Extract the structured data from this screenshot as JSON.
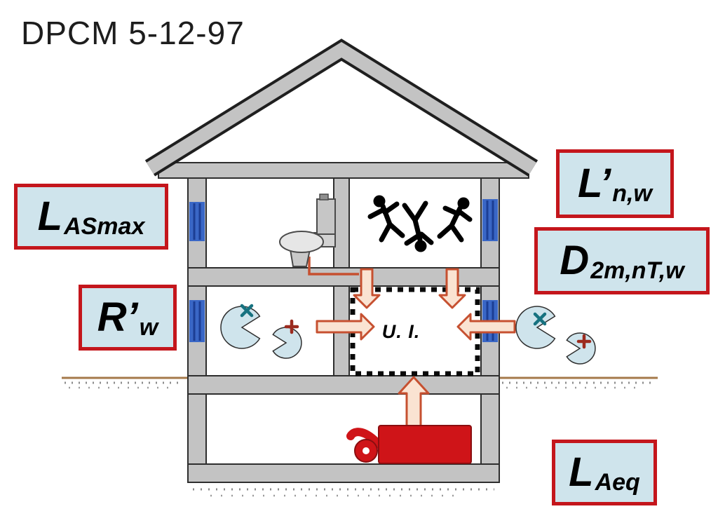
{
  "title": "DPCM 5-12-97",
  "house": {
    "unit_label": "U. I."
  },
  "parameters": [
    {
      "id": "L_ASmax",
      "main": "L",
      "sub": "ASmax"
    },
    {
      "id": "R_w",
      "main": "R’",
      "sub": "w"
    },
    {
      "id": "L_n_w",
      "main": "L’",
      "sub": "n,w"
    },
    {
      "id": "D_2m_nT_w",
      "main": "D",
      "sub": "2m,nT,w"
    },
    {
      "id": "L_Aeq",
      "main": "L",
      "sub": "Aeq"
    }
  ],
  "icons": {
    "toilet": "toilet-icon",
    "dancers": "dancing-figures-icon",
    "noise_sources": "pacman-noise-source-icon",
    "boiler": "boiler-icon",
    "arrows": "sound-path-arrow-icon"
  },
  "colors": {
    "label_bg": "#cfe4ec",
    "label_border": "#c4161c",
    "arrow_outline": "#c65030",
    "arrow_fill": "#fae3d2",
    "wall_gray": "#c3c3c3",
    "insulation_blue": "#3a67c6",
    "boiler_red": "#cf1418",
    "ground_brown": "#a5794a"
  }
}
